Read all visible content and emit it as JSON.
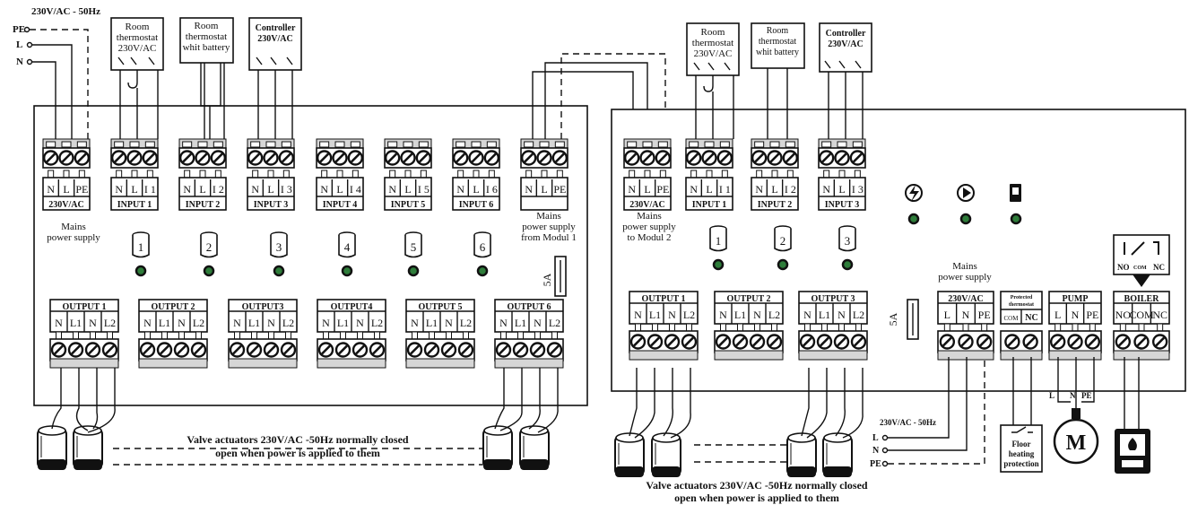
{
  "left_module": {
    "supply_top": "230V/AC - 50Hz",
    "supply_pins": [
      "PE",
      "L",
      "N"
    ],
    "thermostats": [
      {
        "lines": [
          "Room",
          "thermostat",
          "230V/AC"
        ]
      },
      {
        "lines": [
          "Room",
          "thermostat",
          "whit battery"
        ]
      },
      {
        "lines": [
          "Controller",
          "230V/AC"
        ]
      }
    ],
    "main_terminal": {
      "pins": [
        "N",
        "L",
        "PE"
      ],
      "label": "230V/AC"
    },
    "inputs": [
      {
        "pins": [
          "N",
          "L",
          "I 1"
        ],
        "label": "INPUT 1"
      },
      {
        "pins": [
          "N",
          "L",
          "I 2"
        ],
        "label": "INPUT 2"
      },
      {
        "pins": [
          "N",
          "L",
          "I 3"
        ],
        "label": "INPUT 3"
      },
      {
        "pins": [
          "N",
          "L",
          "I 4"
        ],
        "label": "INPUT 4"
      },
      {
        "pins": [
          "N",
          "L",
          "I 5"
        ],
        "label": "INPUT 5"
      },
      {
        "pins": [
          "N",
          "L",
          "I 6"
        ],
        "label": "INPUT 6"
      }
    ],
    "link_terminal": {
      "pins": [
        "N",
        "L",
        "PE"
      ]
    },
    "mains_label": [
      "Mains",
      "power supply"
    ],
    "link_label": [
      "Mains",
      "power supply",
      "from Modul 1"
    ],
    "indicators": [
      "1",
      "2",
      "3",
      "4",
      "5",
      "6"
    ],
    "fuse_label": "5A",
    "outputs": [
      "OUTPUT 1",
      "OUTPUT 2",
      "OUTPUT3",
      "OUTPUT4",
      "OUTPUT 5",
      "OUTPUT 6"
    ],
    "output_pins": [
      "N",
      "L1",
      "N",
      "L2"
    ],
    "actuator_note": [
      "Valve actuators 230V/AC -50Hz normally closed",
      "open when power is applied to them"
    ]
  },
  "right_module": {
    "thermostats": [
      {
        "lines": [
          "Room",
          "thermostat",
          "230V/AC"
        ]
      },
      {
        "lines": [
          "Room",
          "thermostat",
          "whit battery"
        ]
      },
      {
        "lines": [
          "Controller",
          "230V/AC"
        ]
      }
    ],
    "main_terminal": {
      "pins": [
        "N",
        "L",
        "PE"
      ],
      "label": "230V/AC"
    },
    "inputs": [
      {
        "pins": [
          "N",
          "L",
          "I 1"
        ],
        "label": "INPUT 1"
      },
      {
        "pins": [
          "N",
          "L",
          "I 2"
        ],
        "label": "INPUT 2"
      },
      {
        "pins": [
          "N",
          "L",
          "I 3"
        ],
        "label": "INPUT 3"
      }
    ],
    "link_label": [
      "Mains",
      "power supply",
      "to Modul 2"
    ],
    "indicators": [
      "1",
      "2",
      "3"
    ],
    "status_icons": [
      "power-bolt-icon",
      "pump-play-icon",
      "boiler-icon"
    ],
    "fuse_label": "5A",
    "outputs": [
      "OUTPUT 1",
      "OUTPUT 2",
      "OUTPUT 3"
    ],
    "output_pins": [
      "N",
      "L1",
      "N",
      "L2"
    ],
    "mains_label": [
      "Mains",
      "power supply"
    ],
    "mains_block": {
      "label": "230V/AC",
      "pins": [
        "L",
        "N",
        "PE"
      ]
    },
    "protect_block": {
      "lines": [
        "Protected",
        "thermostat"
      ],
      "pins": [
        "COM",
        "NC"
      ]
    },
    "pump_block": {
      "label": "PUMP",
      "pins": [
        "L",
        "N",
        "PE"
      ]
    },
    "boiler_block": {
      "label": "BOILER",
      "pins": [
        "NO",
        "COM",
        "NC"
      ]
    },
    "relay_pins": [
      "NO",
      "COM",
      "NC"
    ],
    "supply_bottom": "230V/AC - 50Hz",
    "supply_pins": [
      "L",
      "N",
      "PE"
    ],
    "pump_leads": [
      "L",
      "N",
      "PE"
    ],
    "floor_protection": [
      "Floor",
      "heating",
      "protection"
    ],
    "motor_label": "M",
    "actuator_note": [
      "Valve actuators 230V/AC -50Hz normally closed",
      "open when power is applied to them"
    ]
  }
}
